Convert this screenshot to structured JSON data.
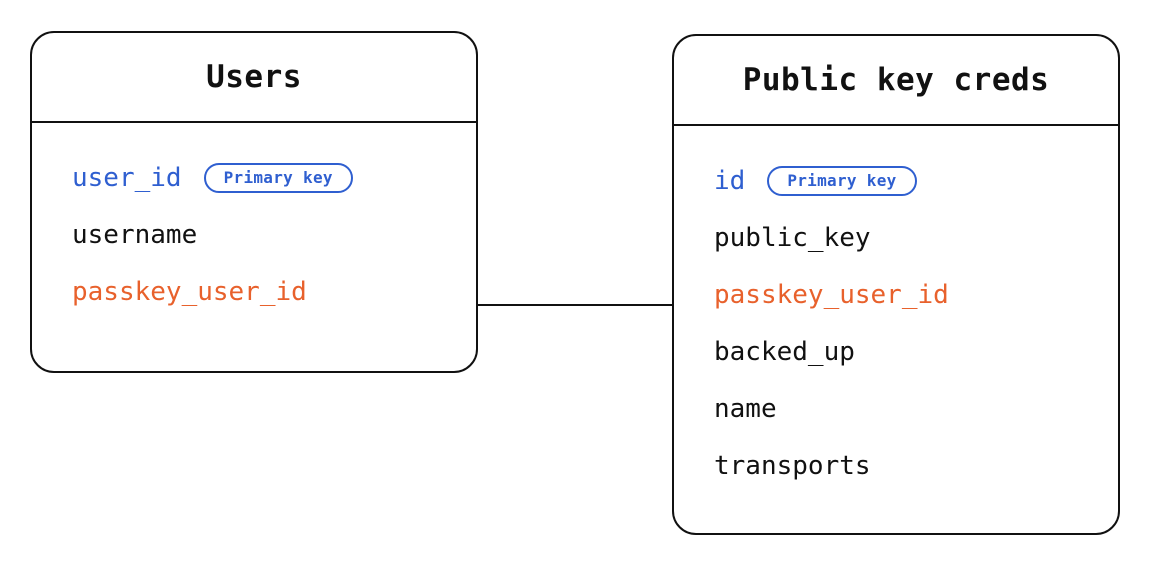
{
  "diagram": {
    "type": "entity-relationship-diagram",
    "background_color": "#ffffff",
    "colors": {
      "border": "#111111",
      "text": "#111111",
      "primary_key": "#2f5fd0",
      "foreign_key": "#e8612c"
    },
    "badge_label": "Primary key",
    "tables": [
      {
        "id": "users",
        "title": "Users",
        "fields": [
          {
            "name": "user_id",
            "role": "pk",
            "badge": "Primary key"
          },
          {
            "name": "username",
            "role": "plain",
            "badge": ""
          },
          {
            "name": "passkey_user_id",
            "role": "fk",
            "badge": ""
          }
        ]
      },
      {
        "id": "public-key-creds",
        "title": "Public key creds",
        "fields": [
          {
            "name": "id",
            "role": "pk",
            "badge": "Primary key"
          },
          {
            "name": "public_key",
            "role": "plain",
            "badge": ""
          },
          {
            "name": "passkey_user_id",
            "role": "fk",
            "badge": ""
          },
          {
            "name": "backed_up",
            "role": "plain",
            "badge": ""
          },
          {
            "name": "name",
            "role": "plain",
            "badge": ""
          },
          {
            "name": "transports",
            "role": "plain",
            "badge": ""
          }
        ]
      }
    ],
    "relationship": {
      "from_table": "users",
      "from_field": "passkey_user_id",
      "to_table": "public-key-creds",
      "to_field": "passkey_user_id"
    }
  }
}
